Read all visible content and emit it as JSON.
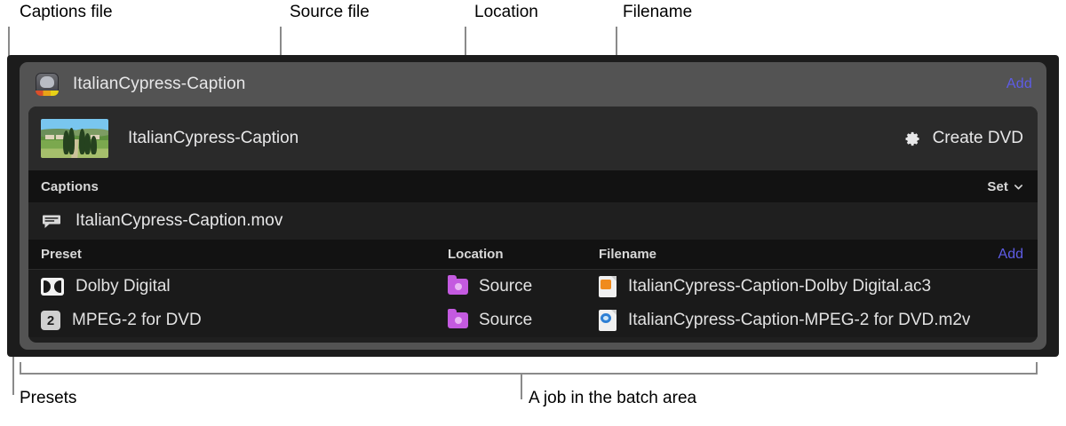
{
  "annotations": {
    "captions_file": "Captions file",
    "source_file": "Source file",
    "location": "Location",
    "filename": "Filename",
    "presets": "Presets",
    "batch_job": "A job in the batch area"
  },
  "job": {
    "app_icon": "compressor-app-icon",
    "title": "ItalianCypress-Caption",
    "header_add_label": "Add",
    "source": {
      "thumbnail": "italian-cypress-landscape-thumbnail",
      "name": "ItalianCypress-Caption",
      "action_icon": "gear-icon",
      "action_label": "Create DVD"
    },
    "captions_section": {
      "header": "Captions",
      "set_label": "Set",
      "chevron_icon": "chevron-down-icon",
      "file": {
        "icon": "caption-bubble-icon",
        "name": "ItalianCypress-Caption.mov"
      }
    },
    "presets_table": {
      "columns": [
        "Preset",
        "Location",
        "Filename"
      ],
      "add_label": "Add",
      "rows": [
        {
          "preset_icon": "dolby-digital-icon",
          "preset": "Dolby Digital",
          "location_icon": "source-folder-icon",
          "location": "Source",
          "file_icon": "ac3-audio-file-icon",
          "filename": "ItalianCypress-Caption-Dolby Digital.ac3"
        },
        {
          "preset_icon": "mpeg2-icon",
          "preset": "MPEG-2 for DVD",
          "location_icon": "source-folder-icon",
          "location": "Source",
          "file_icon": "m2v-video-file-icon",
          "filename": "ItalianCypress-Caption-MPEG-2 for DVD.m2v"
        }
      ]
    }
  },
  "colors": {
    "accent_link": "#5e5ce6",
    "folder_purple": "#c45ae0",
    "batch_bg": "#1c1c1c",
    "card_bg": "#535353",
    "body_bg": "#1f1f1f"
  }
}
